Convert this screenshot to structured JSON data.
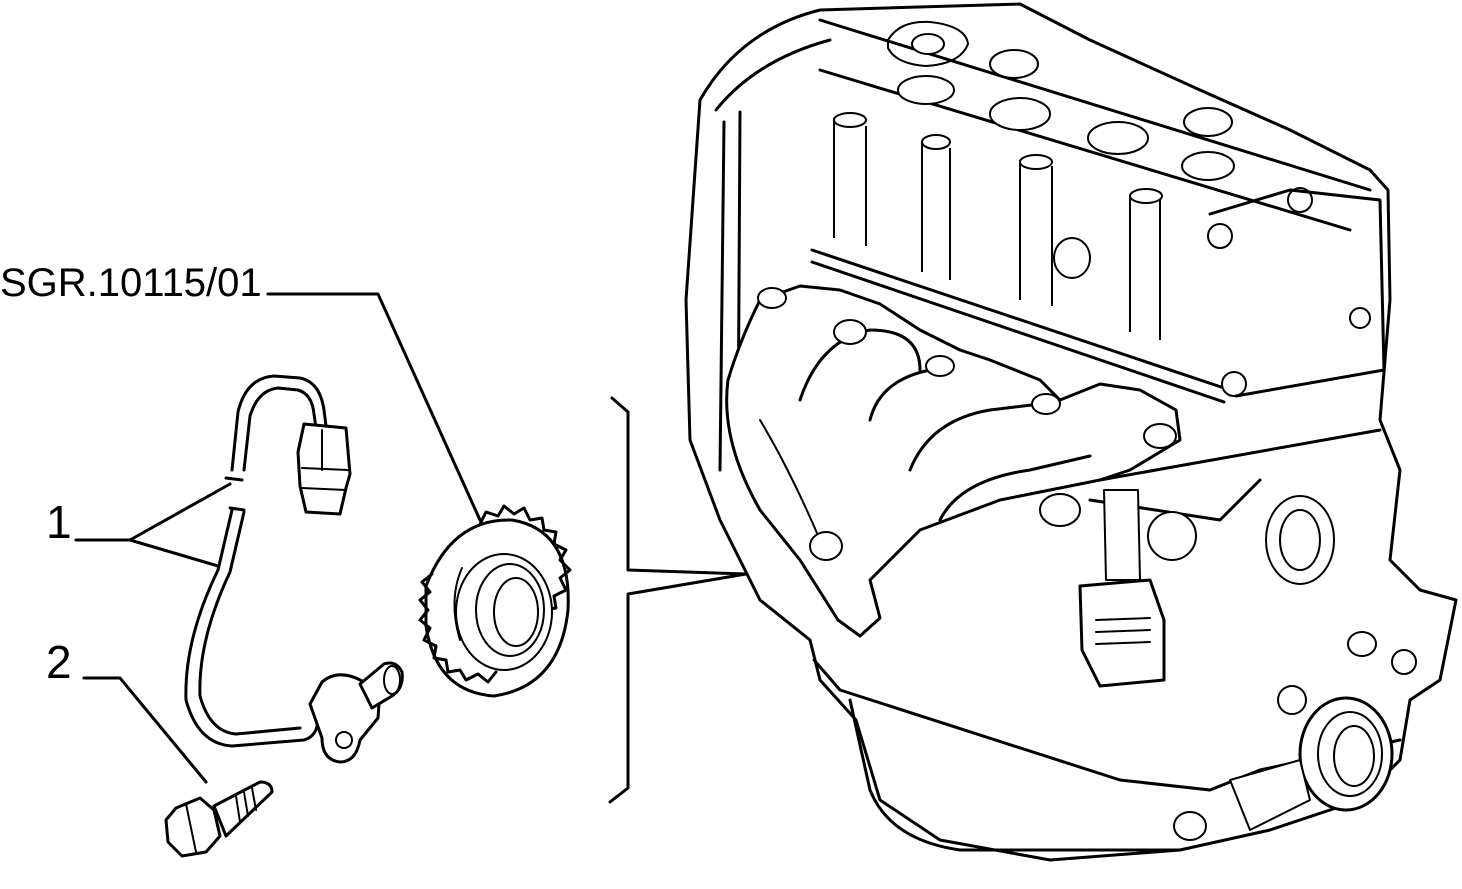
{
  "labels": {
    "ref": "SGR.10115/01",
    "item1": "1",
    "item2": "2"
  },
  "parts": [
    {
      "id": "sensor-with-cable",
      "label": "1"
    },
    {
      "id": "bolt",
      "label": "2"
    },
    {
      "id": "toothed-pulley",
      "label": "SGR.10115/01"
    }
  ],
  "colors": {
    "line": "#000000",
    "background": "#ffffff"
  }
}
